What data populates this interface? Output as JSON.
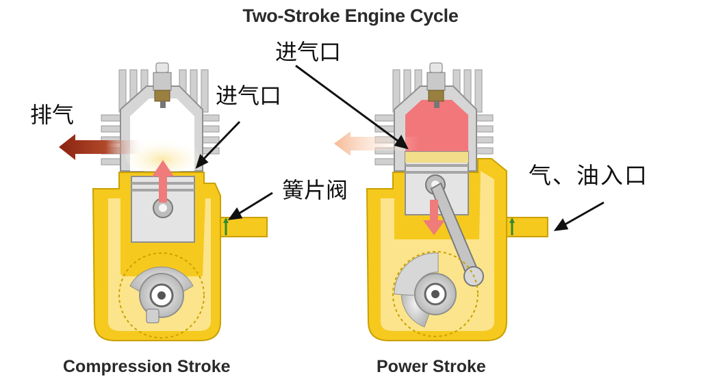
{
  "diagram": {
    "title": "Two-Stroke Engine Cycle",
    "captions": {
      "left": "Compression Stroke",
      "right": "Power Stroke"
    },
    "labels": {
      "exhaust": "排气",
      "intake_port_left": "进气口",
      "reed_valve": "簧片阀",
      "intake_port_right": "进气口",
      "gas_oil_inlet": "气、油入口"
    },
    "colors": {
      "crankcase_yellow": "#f6c91e",
      "crankcase_fill": "#fbe27a",
      "cylinder_grey": "#c8c8c8",
      "combustion_pink": "#f2777a",
      "exhaust_dark": "#9a2a12",
      "exhaust_light": "#f8c9a8",
      "arrow_pink": "#ef7b7b"
    }
  }
}
